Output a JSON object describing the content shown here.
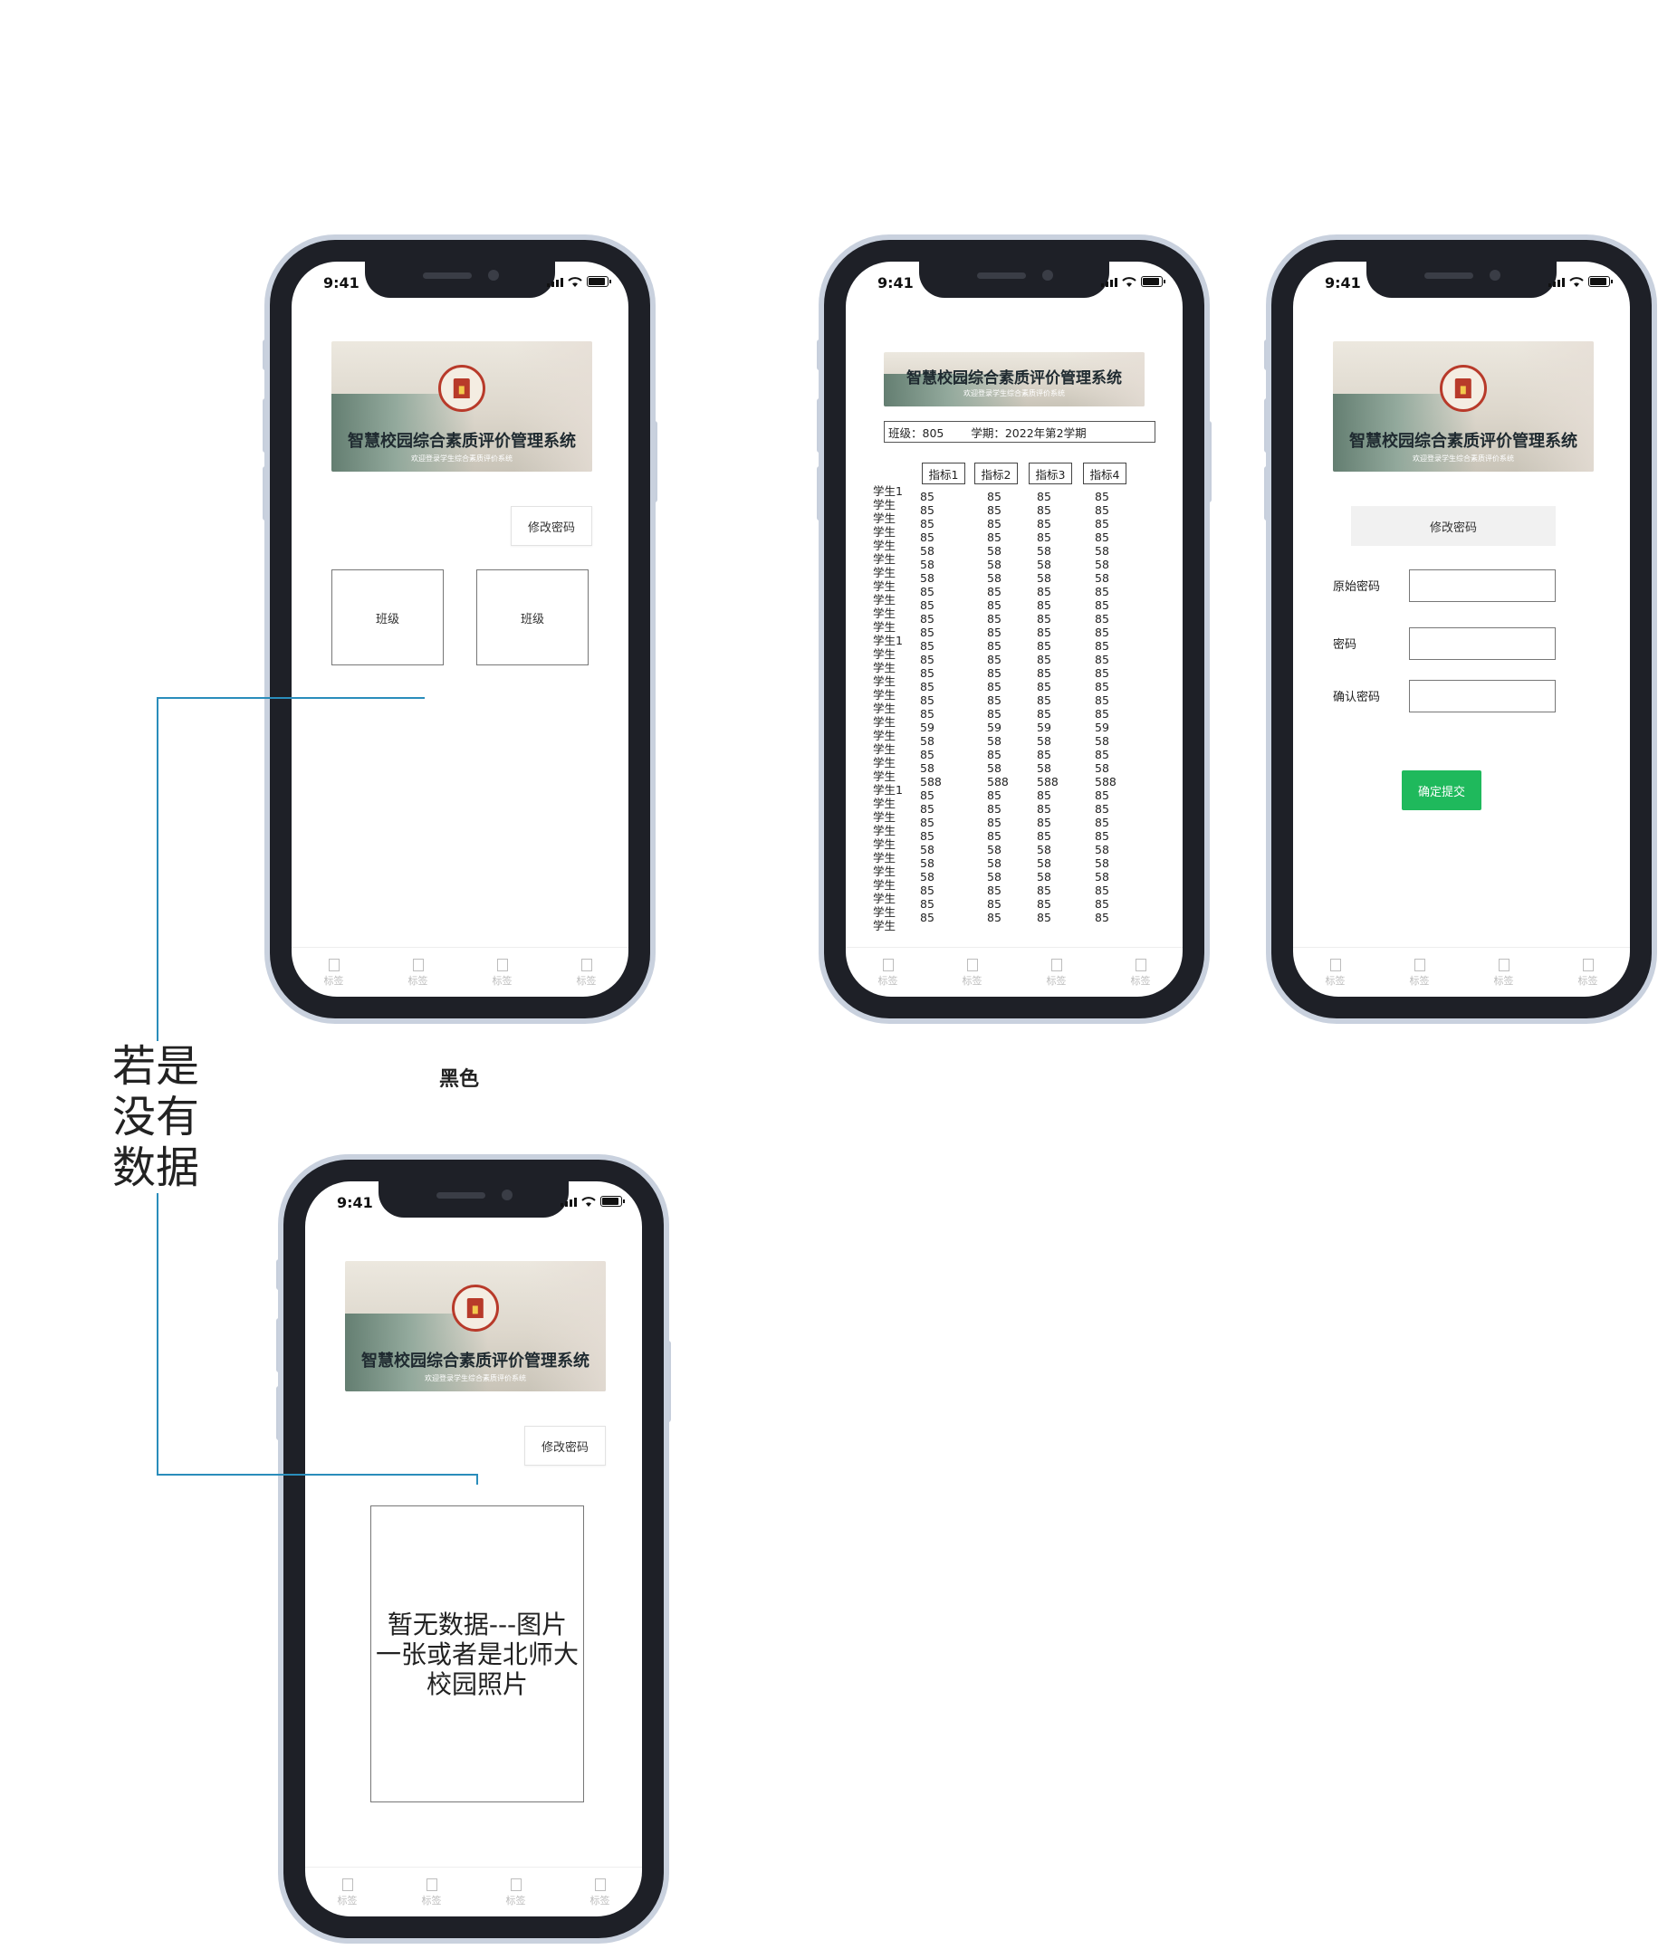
{
  "status": {
    "time": "9:41"
  },
  "banner": {
    "title": "智慧校园综合素质评价管理系统",
    "subtitle": "欢迎登录学生综合素质评价系统"
  },
  "home": {
    "change_password_label": "修改密码",
    "class_cards": [
      "班级",
      "班级"
    ]
  },
  "tabbar": {
    "labels": [
      "标签",
      "标签",
      "标签",
      "标签"
    ]
  },
  "table_page": {
    "class_info": "班级：805",
    "term_info": "学期：2022年第2学期",
    "headers": [
      "指标1",
      "指标2",
      "指标3",
      "指标4"
    ],
    "row_labels": [
      "学生1",
      "学生",
      "学生",
      "学生",
      "学生",
      "学生",
      "学生",
      "学生",
      "学生",
      "学生",
      "学生",
      "学生1",
      "学生",
      "学生",
      "学生",
      "学生",
      "学生",
      "学生",
      "学生",
      "学生",
      "学生",
      "学生",
      "学生1",
      "学生",
      "学生",
      "学生",
      "学生",
      "学生",
      "学生",
      "学生",
      "学生",
      "学生",
      "学生"
    ],
    "values": [
      "85",
      "85",
      "85",
      "85",
      "58",
      "58",
      "58",
      "85",
      "85",
      "85",
      "85",
      "85",
      "85",
      "85",
      "85",
      "85",
      "85",
      "59",
      "58",
      "85",
      "58",
      "588",
      "85",
      "85",
      "85",
      "85",
      "58",
      "58",
      "58",
      "85",
      "85",
      "85"
    ]
  },
  "password_page": {
    "title": "修改密码",
    "fields": [
      {
        "label": "原始密码",
        "value": ""
      },
      {
        "label": "密码",
        "value": ""
      },
      {
        "label": "确认密码",
        "value": ""
      }
    ],
    "submit_label": "确定提交"
  },
  "annotations": {
    "no_data_note": "若是没有数据",
    "color_caption": "黑色",
    "empty_placeholder": "暂无数据---图片一张或者是北师大校园照片"
  },
  "colors": {
    "accent_green": "#1fb95c",
    "connector_blue": "#2a8dbb",
    "phone_bezel": "#1e2027"
  }
}
